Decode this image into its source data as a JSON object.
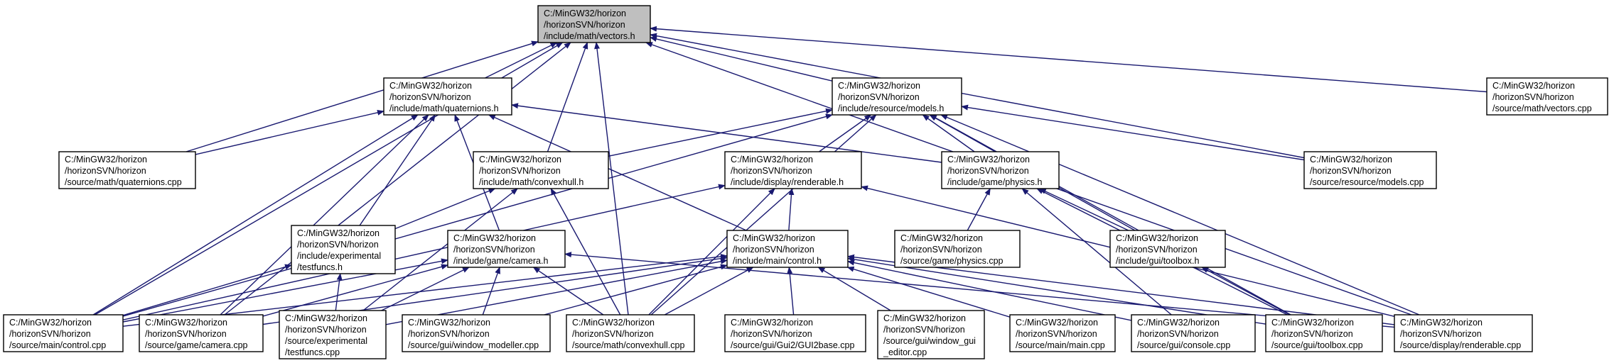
{
  "colors": {
    "edge": "#191970",
    "root_fill": "#bfbfbf",
    "node_fill": "#ffffff",
    "node_border": "#000000"
  },
  "nodes": [
    {
      "id": "vectors_h",
      "lines": [
        "C:/MinGW32/horizon",
        "/horizonSVN/horizon",
        "/include/math/vectors.h"
      ],
      "highlighted": true
    },
    {
      "id": "quaternions_h",
      "lines": [
        "C:/MinGW32/horizon",
        "/horizonSVN/horizon",
        "/include/math/quaternions.h"
      ]
    },
    {
      "id": "models_h",
      "lines": [
        "C:/MinGW32/horizon",
        "/horizonSVN/horizon",
        "/include/resource/models.h"
      ]
    },
    {
      "id": "vectors_cpp",
      "lines": [
        "C:/MinGW32/horizon",
        "/horizonSVN/horizon",
        "/source/math/vectors.cpp"
      ]
    },
    {
      "id": "quaternions_cpp",
      "lines": [
        "C:/MinGW32/horizon",
        "/horizonSVN/horizon",
        "/source/math/quaternions.cpp"
      ]
    },
    {
      "id": "convexhull_h",
      "lines": [
        "C:/MinGW32/horizon",
        "/horizonSVN/horizon",
        "/include/math/convexhull.h"
      ]
    },
    {
      "id": "renderable_h",
      "lines": [
        "C:/MinGW32/horizon",
        "/horizonSVN/horizon",
        "/include/display/renderable.h"
      ]
    },
    {
      "id": "physics_h",
      "lines": [
        "C:/MinGW32/horizon",
        "/horizonSVN/horizon",
        "/include/game/physics.h"
      ]
    },
    {
      "id": "models_cpp",
      "lines": [
        "C:/MinGW32/horizon",
        "/horizonSVN/horizon",
        "/source/resource/models.cpp"
      ]
    },
    {
      "id": "testfuncs_h",
      "lines": [
        "C:/MinGW32/horizon",
        "/horizonSVN/horizon",
        "/include/experimental",
        "/testfuncs.h"
      ]
    },
    {
      "id": "camera_h",
      "lines": [
        "C:/MinGW32/horizon",
        "/horizonSVN/horizon",
        "/include/game/camera.h"
      ]
    },
    {
      "id": "control_h",
      "lines": [
        "C:/MinGW32/horizon",
        "/horizonSVN/horizon",
        "/include/main/control.h"
      ]
    },
    {
      "id": "physics_cpp",
      "lines": [
        "C:/MinGW32/horizon",
        "/horizonSVN/horizon",
        "/source/game/physics.cpp"
      ]
    },
    {
      "id": "toolbox_h",
      "lines": [
        "C:/MinGW32/horizon",
        "/horizonSVN/horizon",
        "/include/gui/toolbox.h"
      ]
    },
    {
      "id": "control_cpp",
      "lines": [
        "C:/MinGW32/horizon",
        "/horizonSVN/horizon",
        "/source/main/control.cpp"
      ]
    },
    {
      "id": "camera_cpp",
      "lines": [
        "C:/MinGW32/horizon",
        "/horizonSVN/horizon",
        "/source/game/camera.cpp"
      ]
    },
    {
      "id": "testfuncs_cpp",
      "lines": [
        "C:/MinGW32/horizon",
        "/horizonSVN/horizon",
        "/source/experimental",
        "/testfuncs.cpp"
      ]
    },
    {
      "id": "window_modeller_cpp",
      "lines": [
        "C:/MinGW32/horizon",
        "/horizonSVN/horizon",
        "/source/gui/window_modeller.cpp"
      ]
    },
    {
      "id": "convexhull_cpp",
      "lines": [
        "C:/MinGW32/horizon",
        "/horizonSVN/horizon",
        "/source/math/convexhull.cpp"
      ]
    },
    {
      "id": "gui2base_cpp",
      "lines": [
        "C:/MinGW32/horizon",
        "/horizonSVN/horizon",
        "/source/gui/Gui2/GUI2base.cpp"
      ]
    },
    {
      "id": "window_gui_editor_cpp",
      "lines": [
        "C:/MinGW32/horizon",
        "/horizonSVN/horizon",
        "/source/gui/window_gui",
        "_editor.cpp"
      ]
    },
    {
      "id": "main_cpp",
      "lines": [
        "C:/MinGW32/horizon",
        "/horizonSVN/horizon",
        "/source/main/main.cpp"
      ]
    },
    {
      "id": "console_cpp",
      "lines": [
        "C:/MinGW32/horizon",
        "/horizonSVN/horizon",
        "/source/gui/console.cpp"
      ]
    },
    {
      "id": "toolbox_cpp",
      "lines": [
        "C:/MinGW32/horizon",
        "/horizonSVN/horizon",
        "/source/gui/toolbox.cpp"
      ]
    },
    {
      "id": "renderable_cpp",
      "lines": [
        "C:/MinGW32/horizon",
        "/horizonSVN/horizon",
        "/source/display/renderable.cpp"
      ]
    }
  ],
  "edges": [
    [
      "quaternions_h",
      "vectors_h"
    ],
    [
      "models_h",
      "vectors_h"
    ],
    [
      "vectors_cpp",
      "vectors_h"
    ],
    [
      "quaternions_cpp",
      "vectors_h"
    ],
    [
      "convexhull_h",
      "vectors_h"
    ],
    [
      "control_cpp",
      "vectors_h"
    ],
    [
      "camera_cpp",
      "vectors_h"
    ],
    [
      "convexhull_cpp",
      "vectors_h"
    ],
    [
      "models_cpp",
      "vectors_h"
    ],
    [
      "renderable_cpp",
      "vectors_h"
    ],
    [
      "quaternions_cpp",
      "quaternions_h"
    ],
    [
      "physics_h",
      "quaternions_h"
    ],
    [
      "testfuncs_h",
      "quaternions_h"
    ],
    [
      "camera_h",
      "quaternions_h"
    ],
    [
      "control_h",
      "quaternions_h"
    ],
    [
      "control_cpp",
      "quaternions_h"
    ],
    [
      "camera_cpp",
      "quaternions_h"
    ],
    [
      "convexhull_h",
      "models_h"
    ],
    [
      "renderable_h",
      "models_h"
    ],
    [
      "physics_h",
      "models_h"
    ],
    [
      "models_cpp",
      "models_h"
    ],
    [
      "toolbox_h",
      "models_h"
    ],
    [
      "control_cpp",
      "models_h"
    ],
    [
      "convexhull_cpp",
      "models_h"
    ],
    [
      "toolbox_cpp",
      "models_h"
    ],
    [
      "renderable_cpp",
      "models_h"
    ],
    [
      "testfuncs_h",
      "convexhull_h"
    ],
    [
      "testfuncs_cpp",
      "convexhull_h"
    ],
    [
      "convexhull_cpp",
      "convexhull_h"
    ],
    [
      "control_h",
      "renderable_h"
    ],
    [
      "control_cpp",
      "renderable_h"
    ],
    [
      "convexhull_cpp",
      "renderable_h"
    ],
    [
      "renderable_cpp",
      "renderable_h"
    ],
    [
      "physics_cpp",
      "physics_h"
    ],
    [
      "toolbox_h",
      "physics_h"
    ],
    [
      "console_cpp",
      "physics_h"
    ],
    [
      "toolbox_cpp",
      "physics_h"
    ],
    [
      "control_cpp",
      "testfuncs_h"
    ],
    [
      "testfuncs_cpp",
      "testfuncs_h"
    ],
    [
      "control_cpp",
      "camera_h"
    ],
    [
      "camera_cpp",
      "camera_h"
    ],
    [
      "testfuncs_cpp",
      "camera_h"
    ],
    [
      "window_modeller_cpp",
      "camera_h"
    ],
    [
      "convexhull_cpp",
      "camera_h"
    ],
    [
      "renderable_cpp",
      "camera_h"
    ],
    [
      "control_cpp",
      "control_h"
    ],
    [
      "camera_cpp",
      "control_h"
    ],
    [
      "testfuncs_cpp",
      "control_h"
    ],
    [
      "window_modeller_cpp",
      "control_h"
    ],
    [
      "convexhull_cpp",
      "control_h"
    ],
    [
      "gui2base_cpp",
      "control_h"
    ],
    [
      "window_gui_editor_cpp",
      "control_h"
    ],
    [
      "main_cpp",
      "control_h"
    ],
    [
      "console_cpp",
      "control_h"
    ],
    [
      "toolbox_cpp",
      "control_h"
    ],
    [
      "renderable_cpp",
      "control_h"
    ],
    [
      "toolbox_cpp",
      "toolbox_h"
    ]
  ]
}
